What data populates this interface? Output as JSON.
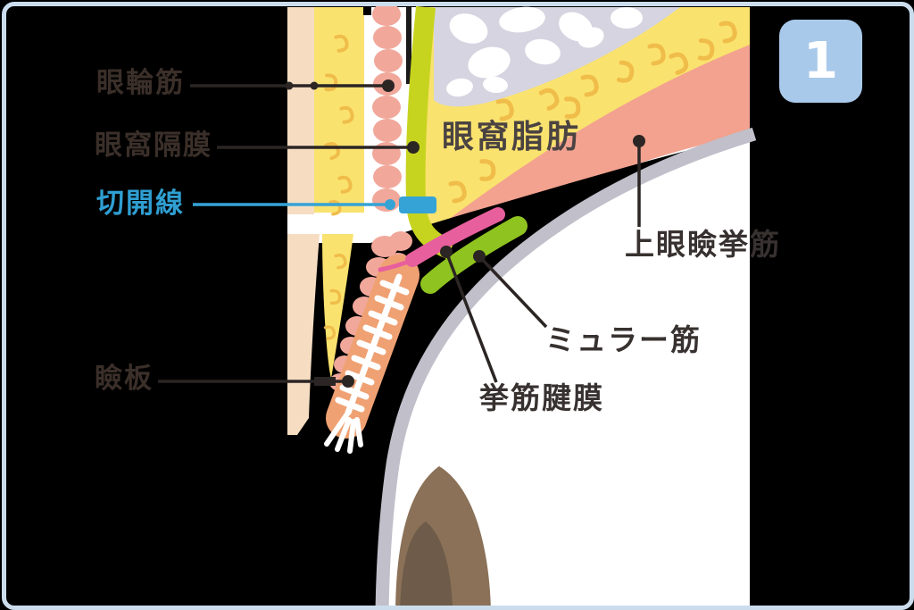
{
  "badge": {
    "number": "1"
  },
  "labels": {
    "orbicularis": {
      "text": "眼輪筋"
    },
    "septum": {
      "text": "眼窩隔膜"
    },
    "incision": {
      "text": "切開線"
    },
    "tarsus": {
      "text": "瞼板"
    },
    "orbital_fat": {
      "text": "眼窩脂肪"
    },
    "levator": {
      "text": "上眼瞼挙筋"
    },
    "muller": {
      "text": "ミュラー筋"
    },
    "aponeurosis": {
      "text": "挙筋腱膜"
    }
  },
  "colors": {
    "incision_blue": "#35a3d6",
    "badge_blue": "#a9c9ea",
    "border_blue": "#cbdded",
    "skin": "#f6ddc2",
    "fat_yellow": "#fae26e",
    "fat_swirl": "#f0bd4a",
    "muscle_salmon": "#f2a28f",
    "orbicularis_salmon": "#f1a89b",
    "tarsus_orange": "#efa173",
    "septum_green": "#c7d41f",
    "muller_green": "#8fc31f",
    "aponeurosis_magenta": "#e85f9e",
    "bone_gray": "#d5d4e0",
    "eyeball_rim_gray": "#c0bfca",
    "iris_brown": "#8a7158",
    "pupil_brown": "#6e5b49",
    "label_dark": "#3b2f29"
  }
}
